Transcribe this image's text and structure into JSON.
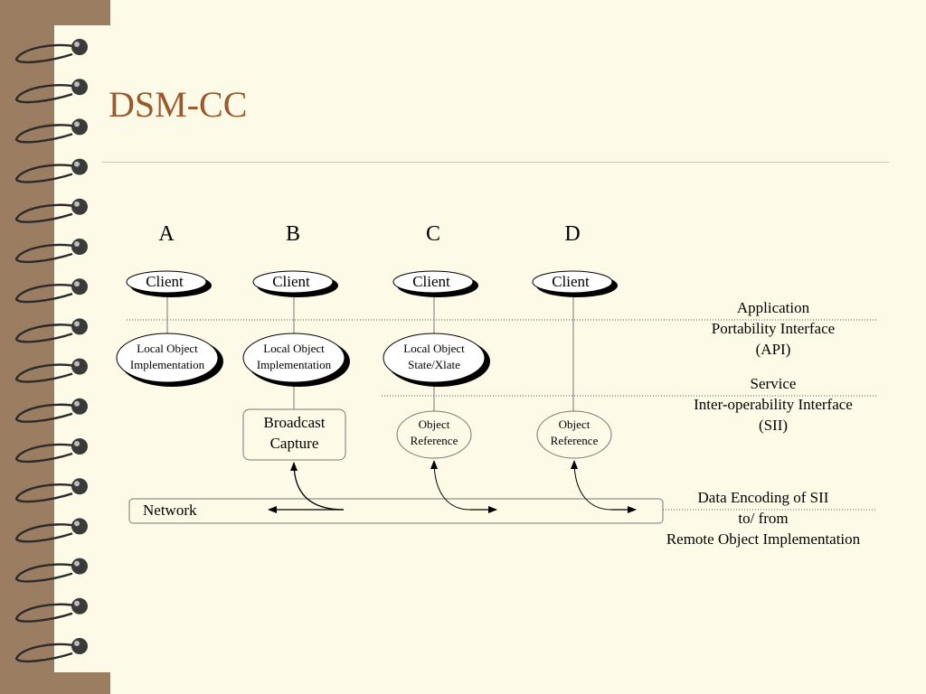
{
  "slide": {
    "title": "DSM-CC"
  },
  "diagram": {
    "columns": [
      {
        "letter": "A",
        "client": "Client",
        "local": [
          "Local Object",
          "Implementation"
        ]
      },
      {
        "letter": "B",
        "client": "Client",
        "local": [
          "Local Object",
          "Implementation"
        ],
        "lower": [
          "Broadcast",
          "Capture"
        ]
      },
      {
        "letter": "C",
        "client": "Client",
        "local": [
          "Local Object",
          "State/Xlate"
        ],
        "lower": [
          "Object",
          "Reference"
        ]
      },
      {
        "letter": "D",
        "client": "Client",
        "lower": [
          "Object",
          "Reference"
        ]
      }
    ],
    "interfaces": {
      "api": [
        "Application",
        "Portability Interface",
        "(API)"
      ],
      "sii": [
        "Service",
        "Inter-operability Interface",
        "(SII)"
      ],
      "encoding": [
        "Data Encoding of SII",
        "to/ from",
        "Remote Object Implementation"
      ]
    },
    "network_label": "Network"
  },
  "colors": {
    "binding": "#9b7e62",
    "page": "#fdfbe8",
    "title": "#9a5a2c"
  }
}
